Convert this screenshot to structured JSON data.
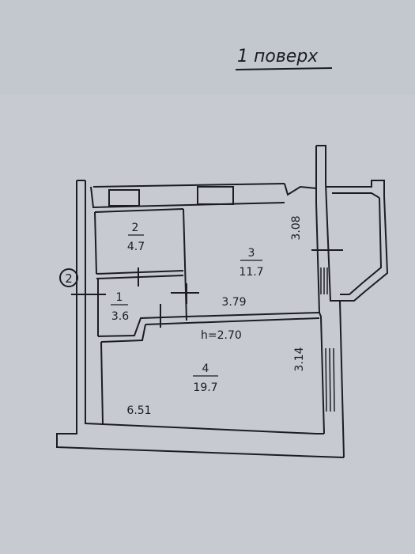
{
  "floor_label": "1 поверх",
  "axis_marker": "2",
  "ceiling_height": "h=2.70",
  "rooms": [
    {
      "number": "1",
      "area": "3.6"
    },
    {
      "number": "2",
      "area": "4.7"
    },
    {
      "number": "3",
      "area": "11.7"
    },
    {
      "number": "4",
      "area": "19.7"
    }
  ],
  "dimensions": {
    "room3_right": "3.08",
    "room3_bottom": "3.79",
    "room4_right": "3.14",
    "room4_bottom": "6.51"
  },
  "colors": {
    "paper": "#c9cdd3",
    "ink": "#1b1d22"
  }
}
